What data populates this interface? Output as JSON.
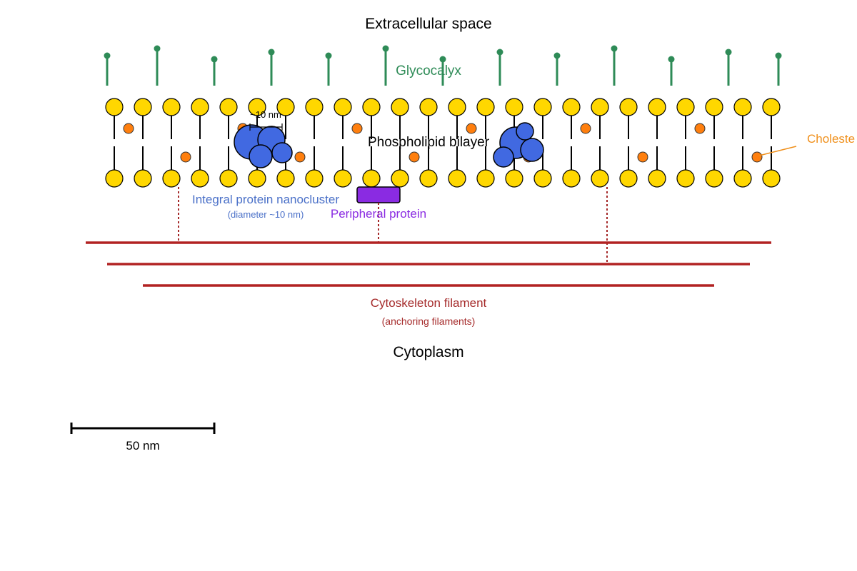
{
  "labels": {
    "extracellular": "Extracellular space",
    "glycocalyx": "Glycocalyx",
    "bilayer": "Phospholipid bilayer",
    "cholesterol": "Choleste",
    "integral": "Integral protein nanocluster",
    "integral_sub": "(diameter ~10 nm)",
    "nm_marker": "~10 nm",
    "peripheral": "Peripheral protein",
    "cytoskeleton": "Cytoskeleton filament",
    "cytoskeleton_sub": "(anchoring filaments)",
    "cytoplasm": "Cytoplasm",
    "scale": "50 nm"
  },
  "colors": {
    "glycocalyx": "#2e8b57",
    "head": "#ffd700",
    "cholesterol": "#ff7f0e",
    "cholesterol_label": "#f0901c",
    "protein": "#4169e1",
    "integral_label": "#4a70c8",
    "peripheral": "#8a2be2",
    "cytoskeleton": "#b22222",
    "cytoskeleton_label": "#a52a2a"
  }
}
